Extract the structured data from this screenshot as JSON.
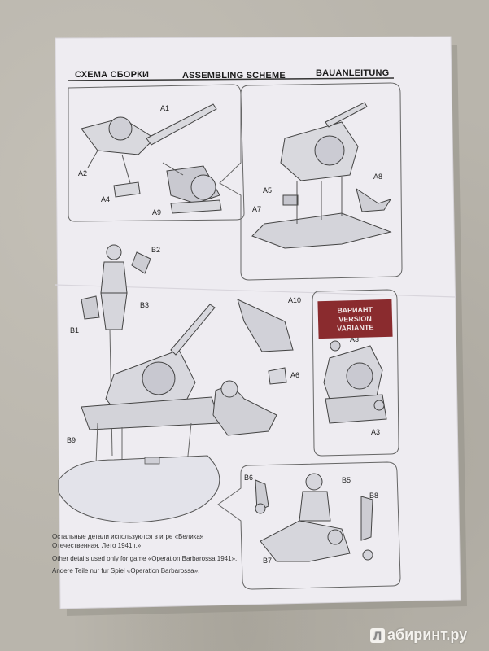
{
  "header": {
    "ru_title": "СХЕМА СБОРКИ",
    "en_title": "ASSEMBLING SCHEME",
    "de_title": "BAUANLEITUNG"
  },
  "parts": {
    "A1": "A1",
    "A2": "A2",
    "A4": "A4",
    "A9": "A9",
    "A5": "A5",
    "A7": "A7",
    "A8": "A8",
    "B1": "B1",
    "B2": "B2",
    "B3": "B3",
    "A10": "A10",
    "A6": "A6",
    "A3_top": "A3",
    "A3_bottom": "A3",
    "B9": "B9",
    "B5": "B5",
    "B6": "B6",
    "B7": "B7",
    "B8": "B8"
  },
  "variant": {
    "line1": "ВАРИАНТ",
    "line2": "VERSION",
    "line3": "VARIANTE"
  },
  "notes": {
    "ru_line1": "Остальные детали используются в игре «Великая",
    "ru_line2": "Отечественная. Лето 1941 г.»",
    "en": "Other details used only for game «Operation Barbarossa 1941».",
    "de": "Andere Teile nur fur Spiel «Operation Barbarossa»."
  },
  "watermark": {
    "icon": "labirint-logo-icon",
    "text": "абиринт.ру"
  },
  "colors": {
    "paper": "#eeecf1",
    "background": "#b9b5ac",
    "variant_box": "#8a2b2e"
  }
}
